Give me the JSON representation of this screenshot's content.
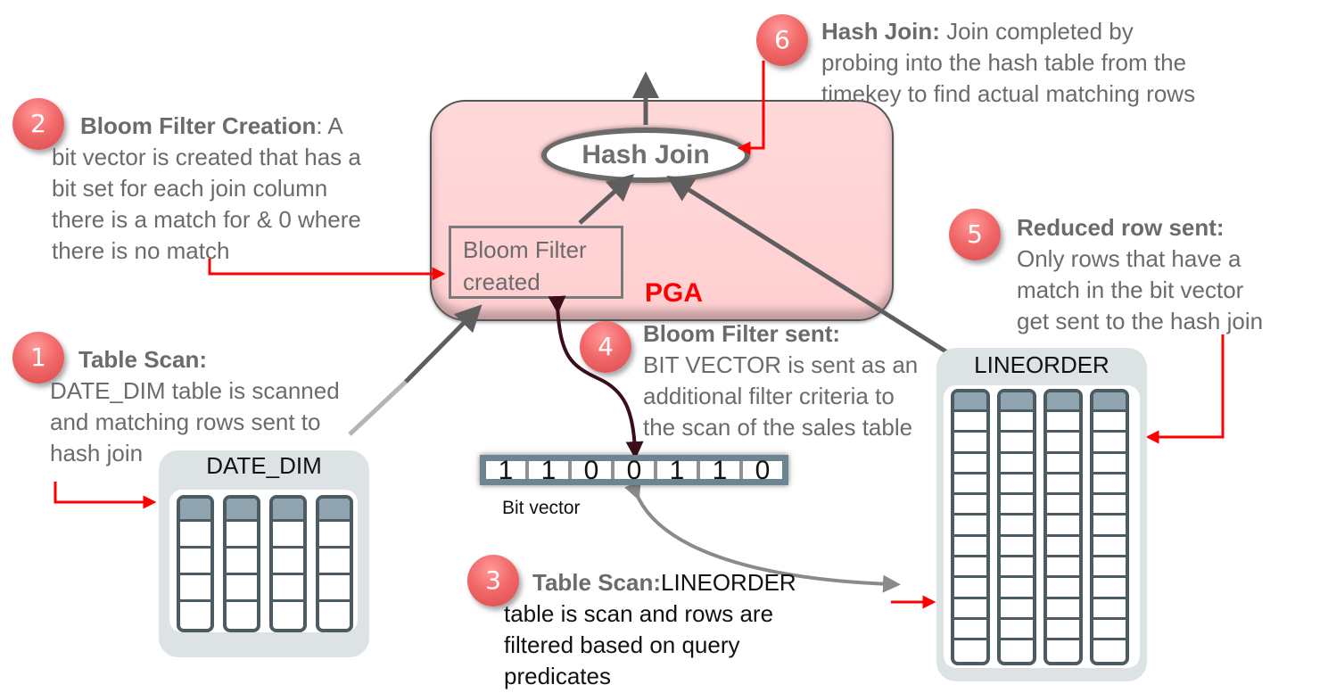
{
  "diagram": {
    "title": "Bloom filter hash join flow",
    "pga": {
      "label": "PGA"
    },
    "hash_join_node": {
      "label": "Hash Join"
    },
    "bloom_filter_box": {
      "line1": "Bloom Filter",
      "line2": "created"
    },
    "bit_vector": {
      "bits": [
        "1",
        "1",
        "0",
        "0",
        "1",
        "1",
        "0"
      ],
      "label": "Bit vector"
    },
    "tables": {
      "date_dim": {
        "name": "DATE_DIM",
        "columns": 4,
        "rows": 4
      },
      "lineorder": {
        "name": "LINEORDER",
        "columns": 4,
        "rows": 12
      }
    },
    "steps": [
      {
        "number": "1",
        "title": "Table Scan:",
        "lines": [
          "DATE_DIM table is scanned",
          "and matching rows sent to",
          "hash join"
        ]
      },
      {
        "number": "2",
        "title": "Bloom Filter Creation",
        "title_suffix": ": A",
        "lines": [
          "bit vector is created that has a",
          "bit set for each  join column",
          "there is a match for & 0 where",
          "there is no match"
        ]
      },
      {
        "number": "3",
        "title": "Table Scan:",
        "title_suffix": "LINEORDER",
        "lines": [
          "table is  scan and rows are",
          "filtered based on query",
          "predicates"
        ]
      },
      {
        "number": "4",
        "title": "Bloom Filter sent:",
        "lines": [
          "BIT VECTOR is sent as an",
          "additional filter criteria to",
          "the scan of the sales table"
        ]
      },
      {
        "number": "5",
        "title": "Reduced row sent:",
        "lines": [
          "Only rows that have a",
          "match in the bit vector",
          "get sent to the hash join"
        ]
      },
      {
        "number": "6",
        "title": "Hash Join:",
        "title_suffix": "Join completed by",
        "lines": [
          "probing into the hash table from the",
          "timekey to find actual matching rows"
        ]
      }
    ],
    "colors": {
      "accent_red": "#ff0000",
      "badge_red": "#f2696a",
      "pga_fill": "#ffd5d6",
      "arrow_gray": "#5e5e5e",
      "dark_arrow": "#3a0f1a",
      "table_header": "#8fa4ae"
    }
  }
}
